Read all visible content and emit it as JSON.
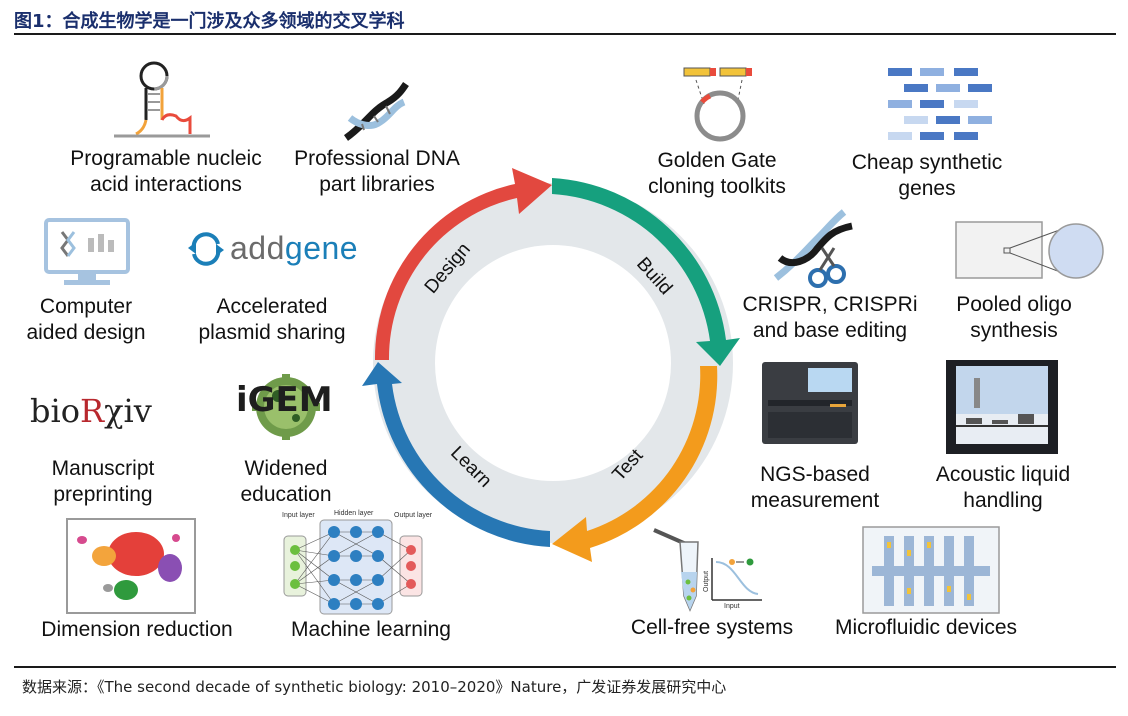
{
  "figure": {
    "title": "图1：合成生物学是一门涉及众多领域的交叉学科",
    "source": "数据来源：《The second decade of synthetic biology: 2010–2020》Nature，广发证券发展研究中心"
  },
  "cycle": {
    "design": "Design",
    "build": "Build",
    "test": "Test",
    "learn": "Learn",
    "colors": {
      "design": "#e2483f",
      "build": "#16a07e",
      "test": "#f39b1c",
      "learn": "#2777b4"
    }
  },
  "items": {
    "programable": [
      "Programable nucleic",
      "acid interactions"
    ],
    "dna_libraries": [
      "Professional DNA",
      "part libraries"
    ],
    "golden_gate": [
      "Golden Gate",
      "cloning toolkits"
    ],
    "cheap_genes": [
      "Cheap synthetic",
      "genes"
    ],
    "computer_design": [
      "Computer",
      "aided design"
    ],
    "plasmid": [
      "Accelerated",
      "plasmid sharing"
    ],
    "crispr": [
      "CRISPR, CRISPRi",
      "and base editing"
    ],
    "pooled_oligo": [
      "Pooled oligo",
      "synthesis"
    ],
    "manuscript": [
      "Manuscript",
      "preprinting"
    ],
    "education": [
      "Widened",
      "education"
    ],
    "ngs": [
      "NGS-based",
      "measurement"
    ],
    "acoustic": [
      "Acoustic liquid",
      "handling"
    ],
    "dimension": [
      "Dimension reduction"
    ],
    "machine_learning": [
      "Machine learning"
    ],
    "cell_free": [
      "Cell-free systems"
    ],
    "microfluidic": [
      "Microfluidic devices"
    ]
  },
  "logos": {
    "addgene_a": "add",
    "addgene_b": "gene",
    "biorxiv_a": "bio",
    "biorxiv_b": "R",
    "biorxiv_c": "χiv",
    "igem": "iGEM"
  },
  "nn_labels": {
    "input": "Input layer",
    "hidden": "Hidden layer",
    "output": "Output layer"
  },
  "plot_labels": {
    "x": "Input",
    "y": "Output"
  }
}
